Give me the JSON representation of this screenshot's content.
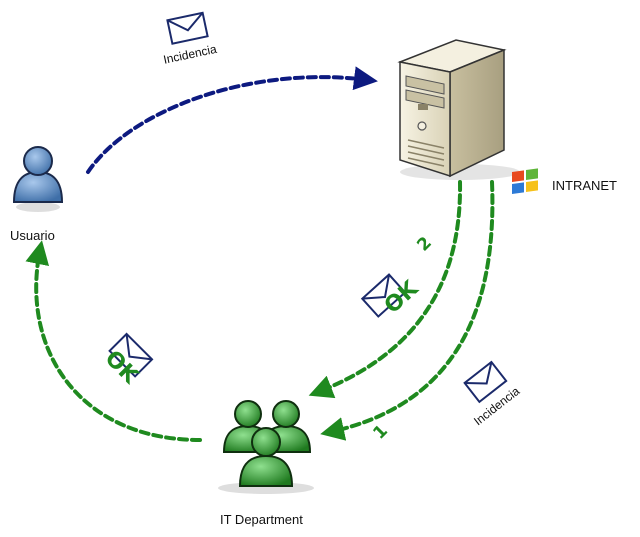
{
  "nodes": {
    "user": {
      "label": "Usuario"
    },
    "server": {
      "label": "INTRANET"
    },
    "it": {
      "label": "IT Department"
    }
  },
  "messages": {
    "incident_top": "Incidencia",
    "incident_right": "Incidencia",
    "ok_right": "OK",
    "ok_left": "OK"
  },
  "steps": {
    "step1": "1",
    "step2": "2"
  },
  "colors": {
    "arrow_blue": "#0d1a80",
    "arrow_green": "#1f8a1f",
    "user_blue": "#5e8fc8",
    "people_green": "#3fa23f",
    "server_body": "#ece7d4"
  },
  "icons": [
    "user-icon",
    "server-icon",
    "windows-logo-icon",
    "people-group-icon",
    "envelope-icon"
  ]
}
